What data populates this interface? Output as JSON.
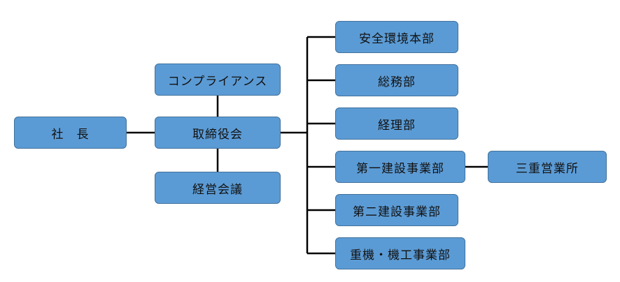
{
  "colors": {
    "box_fill": "#5b9bd5",
    "box_border": "#41719c",
    "connector": "#000000",
    "text": "#111111"
  },
  "nodes": {
    "president": "社　長",
    "board": "取締役会",
    "compliance": "コンプライアンス",
    "management_meeting": "経営会議",
    "safety_environment_hq": "安全環境本部",
    "general_affairs": "総務部",
    "accounting": "経理部",
    "construction_1": "第一建設事業部",
    "construction_2": "第二建設事業部",
    "heavy_machinery": "重機・機工事業部",
    "mie_office": "三重営業所"
  }
}
